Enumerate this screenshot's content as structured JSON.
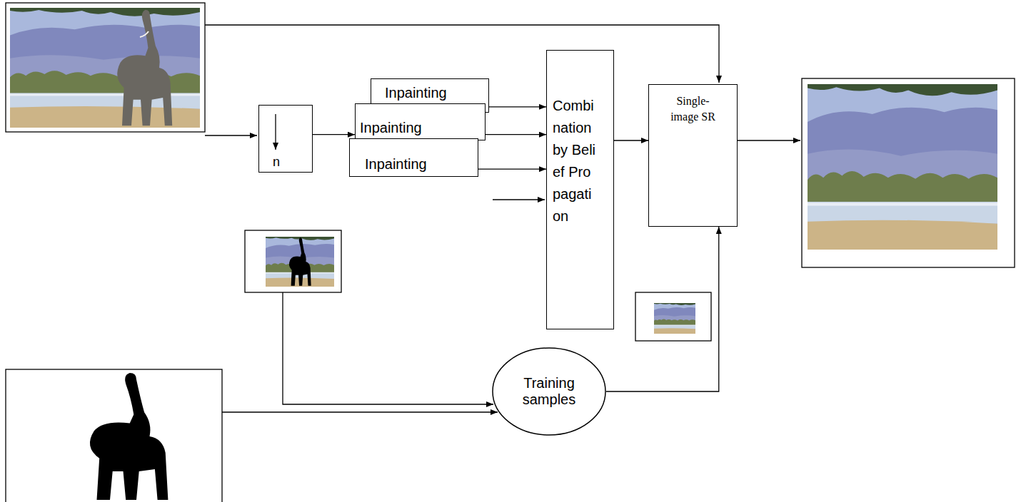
{
  "diagram": {
    "nodes": [
      {
        "text": [
          "n"
        ]
      },
      {
        "text": [
          "Inpainting"
        ]
      },
      {
        "text": [
          "Inpainting"
        ]
      },
      {
        "text": [
          "Inpainting"
        ]
      },
      {
        "text": [
          "Combination by Belief Propagation"
        ]
      },
      {
        "text": [
          "Single-image SR"
        ]
      },
      {
        "text": [
          "Training samples"
        ]
      }
    ],
    "edges": [
      {
        "from": 0,
        "to": 2,
        "arrow": "to"
      },
      {
        "from": 1,
        "to": 4,
        "arrow": "to"
      },
      {
        "from": 2,
        "to": 4,
        "arrow": "to"
      },
      {
        "from": 3,
        "to": 4,
        "arrow": "to"
      },
      {
        "from": 4,
        "to": 5,
        "arrow": "to"
      },
      {
        "from": 6,
        "to": 5,
        "arrow": "to"
      }
    ]
  }
}
